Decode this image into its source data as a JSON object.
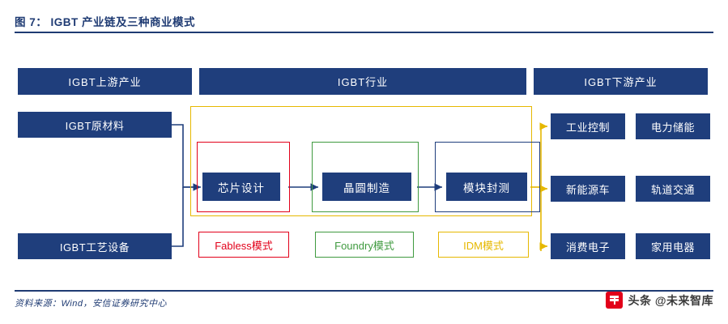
{
  "title": "图 7： IGBT 产业链及三种商业模式",
  "headers": {
    "upstream": "IGBT上游产业",
    "industry": "IGBT行业",
    "downstream": "IGBT下游产业"
  },
  "upstream": [
    {
      "label": "IGBT原材料"
    },
    {
      "label": "IGBT工艺设备"
    }
  ],
  "process": [
    {
      "label": "芯片设计"
    },
    {
      "label": "晶圆制造"
    },
    {
      "label": "模块封测"
    }
  ],
  "modes": [
    {
      "label": "Fabless模式",
      "color": "#e2001a"
    },
    {
      "label": "Foundry模式",
      "color": "#3f9a3f"
    },
    {
      "label": "IDM模式",
      "color": "#e6b800"
    }
  ],
  "downstream": [
    {
      "label": "工业控制"
    },
    {
      "label": "电力储能"
    },
    {
      "label": "新能源车"
    },
    {
      "label": "轨道交通"
    },
    {
      "label": "消费电子"
    },
    {
      "label": "家用电器"
    }
  ],
  "footer": {
    "source": "资料来源：Wind，安信证券研究中心",
    "watermark": "头条 @未来智库"
  },
  "colors": {
    "navy": "#1f3e7c",
    "red": "#e2001a",
    "green": "#3f9a3f",
    "yellow": "#e6b800",
    "white": "#ffffff"
  }
}
